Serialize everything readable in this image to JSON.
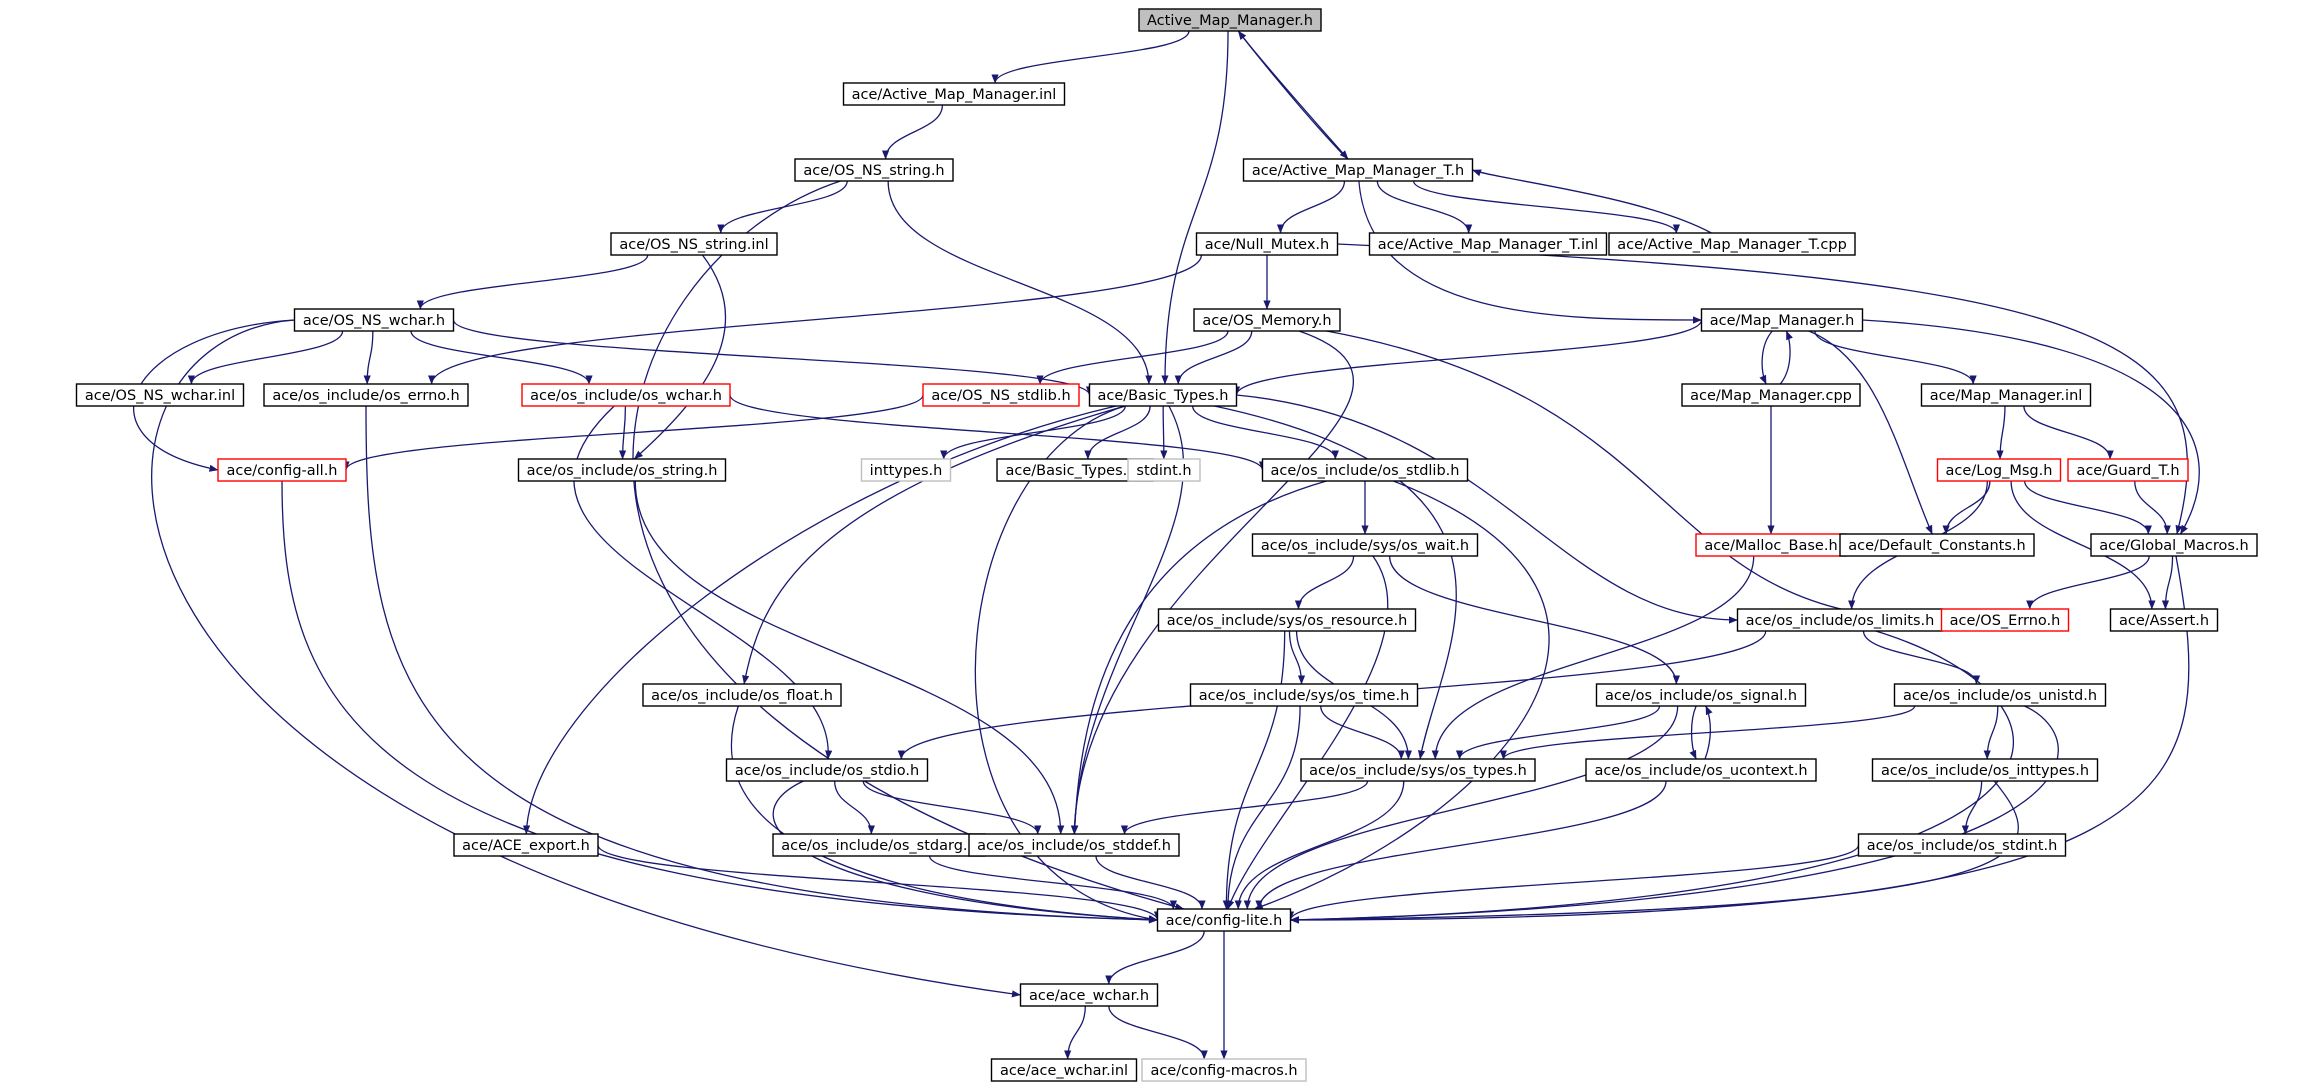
{
  "colors": {
    "edge": "#191970",
    "box_normal": "#000000",
    "box_truncated": "#ff0000",
    "box_external": "#bfbfbf",
    "root_fill": "#bfbfbf"
  },
  "nodes": [
    {
      "id": "n_root",
      "label": "Active_Map_Manager.h",
      "style": "root"
    },
    {
      "id": "n_amm_inl",
      "label": "ace/Active_Map_Manager.inl",
      "style": "normal"
    },
    {
      "id": "n_amm_t_h",
      "label": "ace/Active_Map_Manager_T.h",
      "style": "normal"
    },
    {
      "id": "n_os_ns_string_h",
      "label": "ace/OS_NS_string.h",
      "style": "normal"
    },
    {
      "id": "n_os_ns_string_inl",
      "label": "ace/OS_NS_string.inl",
      "style": "normal"
    },
    {
      "id": "n_null_mutex",
      "label": "ace/Null_Mutex.h",
      "style": "normal"
    },
    {
      "id": "n_amm_t_inl",
      "label": "ace/Active_Map_Manager_T.inl",
      "style": "normal"
    },
    {
      "id": "n_amm_t_cpp",
      "label": "ace/Active_Map_Manager_T.cpp",
      "style": "normal"
    },
    {
      "id": "n_os_ns_wchar_h",
      "label": "ace/OS_NS_wchar.h",
      "style": "normal"
    },
    {
      "id": "n_os_memory",
      "label": "ace/OS_Memory.h",
      "style": "normal"
    },
    {
      "id": "n_map_manager_h",
      "label": "ace/Map_Manager.h",
      "style": "normal"
    },
    {
      "id": "n_os_ns_wchar_inl",
      "label": "ace/OS_NS_wchar.inl",
      "style": "normal"
    },
    {
      "id": "n_os_errno",
      "label": "ace/os_include/os_errno.h",
      "style": "normal"
    },
    {
      "id": "n_os_wchar",
      "label": "ace/os_include/os_wchar.h",
      "style": "truncated"
    },
    {
      "id": "n_os_ns_stdlib",
      "label": "ace/OS_NS_stdlib.h",
      "style": "truncated"
    },
    {
      "id": "n_basic_types",
      "label": "ace/Basic_Types.h",
      "style": "normal"
    },
    {
      "id": "n_map_manager_cpp",
      "label": "ace/Map_Manager.cpp",
      "style": "normal"
    },
    {
      "id": "n_map_manager_inl",
      "label": "ace/Map_Manager.inl",
      "style": "normal"
    },
    {
      "id": "n_config_all",
      "label": "ace/config-all.h",
      "style": "truncated"
    },
    {
      "id": "n_os_string",
      "label": "ace/os_include/os_string.h",
      "style": "normal"
    },
    {
      "id": "n_inttypes",
      "label": "inttypes.h",
      "style": "external"
    },
    {
      "id": "n_basic_types_inl",
      "label": "ace/Basic_Types.inl",
      "style": "normal"
    },
    {
      "id": "n_stdint",
      "label": "stdint.h",
      "style": "external"
    },
    {
      "id": "n_os_stdlib",
      "label": "ace/os_include/os_stdlib.h",
      "style": "normal"
    },
    {
      "id": "n_log_msg",
      "label": "ace/Log_Msg.h",
      "style": "truncated"
    },
    {
      "id": "n_guard_t",
      "label": "ace/Guard_T.h",
      "style": "truncated"
    },
    {
      "id": "n_os_wait",
      "label": "ace/os_include/sys/os_wait.h",
      "style": "normal"
    },
    {
      "id": "n_malloc_base",
      "label": "ace/Malloc_Base.h",
      "style": "truncated"
    },
    {
      "id": "n_default_constants",
      "label": "ace/Default_Constants.h",
      "style": "normal"
    },
    {
      "id": "n_global_macros",
      "label": "ace/Global_Macros.h",
      "style": "normal"
    },
    {
      "id": "n_os_resource",
      "label": "ace/os_include/sys/os_resource.h",
      "style": "normal"
    },
    {
      "id": "n_os_limits",
      "label": "ace/os_include/os_limits.h",
      "style": "normal"
    },
    {
      "id": "n_os_errno_cap",
      "label": "ace/OS_Errno.h",
      "style": "truncated"
    },
    {
      "id": "n_assert",
      "label": "ace/Assert.h",
      "style": "normal"
    },
    {
      "id": "n_os_float",
      "label": "ace/os_include/os_float.h",
      "style": "normal"
    },
    {
      "id": "n_os_time",
      "label": "ace/os_include/sys/os_time.h",
      "style": "normal"
    },
    {
      "id": "n_os_signal",
      "label": "ace/os_include/os_signal.h",
      "style": "normal"
    },
    {
      "id": "n_os_unistd",
      "label": "ace/os_include/os_unistd.h",
      "style": "normal"
    },
    {
      "id": "n_os_stdio",
      "label": "ace/os_include/os_stdio.h",
      "style": "normal"
    },
    {
      "id": "n_os_types",
      "label": "ace/os_include/sys/os_types.h",
      "style": "normal"
    },
    {
      "id": "n_os_ucontext",
      "label": "ace/os_include/os_ucontext.h",
      "style": "normal"
    },
    {
      "id": "n_os_inttypes",
      "label": "ace/os_include/os_inttypes.h",
      "style": "normal"
    },
    {
      "id": "n_ace_export",
      "label": "ace/ACE_export.h",
      "style": "normal"
    },
    {
      "id": "n_os_stdarg",
      "label": "ace/os_include/os_stdarg.h",
      "style": "normal"
    },
    {
      "id": "n_os_stddef",
      "label": "ace/os_include/os_stddef.h",
      "style": "normal"
    },
    {
      "id": "n_os_stdint",
      "label": "ace/os_include/os_stdint.h",
      "style": "normal"
    },
    {
      "id": "n_config_lite",
      "label": "ace/config-lite.h",
      "style": "normal"
    },
    {
      "id": "n_ace_wchar_h",
      "label": "ace/ace_wchar.h",
      "style": "normal"
    },
    {
      "id": "n_ace_wchar_inl",
      "label": "ace/ace_wchar.inl",
      "style": "normal"
    },
    {
      "id": "n_config_macros",
      "label": "ace/config-macros.h",
      "style": "external"
    }
  ],
  "edges": [
    [
      "n_root",
      "n_amm_inl"
    ],
    [
      "n_root",
      "n_basic_types"
    ],
    [
      "n_root",
      "n_amm_t_h"
    ],
    [
      "n_amm_t_h",
      "n_root"
    ],
    [
      "n_amm_inl",
      "n_os_ns_string_h"
    ],
    [
      "n_os_ns_string_h",
      "n_os_ns_string_inl"
    ],
    [
      "n_os_ns_string_h",
      "n_basic_types"
    ],
    [
      "n_os_ns_string_h",
      "n_config_lite"
    ],
    [
      "n_os_ns_string_inl",
      "n_os_ns_wchar_h"
    ],
    [
      "n_os_ns_string_inl",
      "n_os_string"
    ],
    [
      "n_amm_t_h",
      "n_null_mutex"
    ],
    [
      "n_amm_t_h",
      "n_amm_t_inl"
    ],
    [
      "n_amm_t_h",
      "n_amm_t_cpp"
    ],
    [
      "n_amm_t_h",
      "n_map_manager_h"
    ],
    [
      "n_amm_t_cpp",
      "n_amm_t_h"
    ],
    [
      "n_null_mutex",
      "n_os_memory"
    ],
    [
      "n_null_mutex",
      "n_os_errno"
    ],
    [
      "n_null_mutex",
      "n_global_macros"
    ],
    [
      "n_os_ns_wchar_h",
      "n_os_ns_wchar_inl"
    ],
    [
      "n_os_ns_wchar_h",
      "n_os_errno"
    ],
    [
      "n_os_ns_wchar_h",
      "n_os_wchar"
    ],
    [
      "n_os_ns_wchar_h",
      "n_basic_types"
    ],
    [
      "n_os_ns_wchar_h",
      "n_config_all"
    ],
    [
      "n_os_ns_wchar_h",
      "n_ace_wchar_h"
    ],
    [
      "n_os_memory",
      "n_os_ns_stdlib"
    ],
    [
      "n_os_memory",
      "n_basic_types"
    ],
    [
      "n_os_memory",
      "n_os_stddef"
    ],
    [
      "n_os_memory",
      "n_os_errno_cap"
    ],
    [
      "n_map_manager_h",
      "n_basic_types"
    ],
    [
      "n_map_manager_h",
      "n_map_manager_cpp"
    ],
    [
      "n_map_manager_h",
      "n_map_manager_inl"
    ],
    [
      "n_map_manager_h",
      "n_default_constants"
    ],
    [
      "n_map_manager_h",
      "n_global_macros"
    ],
    [
      "n_map_manager_cpp",
      "n_map_manager_h"
    ],
    [
      "n_map_manager_cpp",
      "n_malloc_base"
    ],
    [
      "n_map_manager_inl",
      "n_log_msg"
    ],
    [
      "n_map_manager_inl",
      "n_guard_t"
    ],
    [
      "n_os_errno",
      "n_config_lite"
    ],
    [
      "n_os_wchar",
      "n_os_string"
    ],
    [
      "n_os_wchar",
      "n_os_stdlib"
    ],
    [
      "n_os_wchar",
      "n_os_stdio"
    ],
    [
      "n_os_ns_stdlib",
      "n_config_all"
    ],
    [
      "n_basic_types",
      "n_inttypes"
    ],
    [
      "n_basic_types",
      "n_basic_types_inl"
    ],
    [
      "n_basic_types",
      "n_stdint"
    ],
    [
      "n_basic_types",
      "n_os_stdlib"
    ],
    [
      "n_basic_types",
      "n_os_limits"
    ],
    [
      "n_basic_types",
      "n_os_float"
    ],
    [
      "n_basic_types",
      "n_ace_export"
    ],
    [
      "n_basic_types",
      "n_config_lite"
    ],
    [
      "n_basic_types",
      "n_os_stddef"
    ],
    [
      "n_basic_types",
      "n_os_types"
    ],
    [
      "n_config_all",
      "n_config_lite"
    ],
    [
      "n_os_string",
      "n_os_stddef"
    ],
    [
      "n_os_stdlib",
      "n_os_wait"
    ],
    [
      "n_os_stdlib",
      "n_os_stddef"
    ],
    [
      "n_os_stdlib",
      "n_config_lite"
    ],
    [
      "n_log_msg",
      "n_default_constants"
    ],
    [
      "n_log_msg",
      "n_global_macros"
    ],
    [
      "n_log_msg",
      "n_assert"
    ],
    [
      "n_log_msg",
      "n_os_limits"
    ],
    [
      "n_guard_t",
      "n_global_macros"
    ],
    [
      "n_os_wait",
      "n_os_resource"
    ],
    [
      "n_os_wait",
      "n_os_signal"
    ],
    [
      "n_os_wait",
      "n_config_lite"
    ],
    [
      "n_malloc_base",
      "n_os_types"
    ],
    [
      "n_global_macros",
      "n_os_errno_cap"
    ],
    [
      "n_global_macros",
      "n_assert"
    ],
    [
      "n_global_macros",
      "n_config_lite"
    ],
    [
      "n_os_resource",
      "n_os_time"
    ],
    [
      "n_os_resource",
      "n_os_types"
    ],
    [
      "n_os_resource",
      "n_config_lite"
    ],
    [
      "n_os_limits",
      "n_os_unistd"
    ],
    [
      "n_os_limits",
      "n_os_stdio"
    ],
    [
      "n_os_limits",
      "n_config_lite"
    ],
    [
      "n_os_float",
      "n_config_lite"
    ],
    [
      "n_os_time",
      "n_os_types"
    ],
    [
      "n_os_time",
      "n_config_lite"
    ],
    [
      "n_os_signal",
      "n_os_types"
    ],
    [
      "n_os_signal",
      "n_os_ucontext"
    ],
    [
      "n_os_signal",
      "n_config_lite"
    ],
    [
      "n_os_ucontext",
      "n_os_signal"
    ],
    [
      "n_os_ucontext",
      "n_config_lite"
    ],
    [
      "n_os_unistd",
      "n_os_types"
    ],
    [
      "n_os_unistd",
      "n_os_inttypes"
    ],
    [
      "n_os_unistd",
      "n_config_lite"
    ],
    [
      "n_os_stdio",
      "n_os_stdarg"
    ],
    [
      "n_os_stdio",
      "n_os_stddef"
    ],
    [
      "n_os_stdio",
      "n_config_lite"
    ],
    [
      "n_os_types",
      "n_os_stddef"
    ],
    [
      "n_os_types",
      "n_config_lite"
    ],
    [
      "n_os_inttypes",
      "n_os_stdint"
    ],
    [
      "n_os_inttypes",
      "n_config_lite"
    ],
    [
      "n_ace_export",
      "n_config_lite"
    ],
    [
      "n_os_stdarg",
      "n_config_lite"
    ],
    [
      "n_os_stddef",
      "n_config_lite"
    ],
    [
      "n_os_stdint",
      "n_config_lite"
    ],
    [
      "n_config_lite",
      "n_ace_wchar_h"
    ],
    [
      "n_config_lite",
      "n_config_macros"
    ],
    [
      "n_ace_wchar_h",
      "n_ace_wchar_inl"
    ],
    [
      "n_ace_wchar_h",
      "n_config_macros"
    ]
  ]
}
